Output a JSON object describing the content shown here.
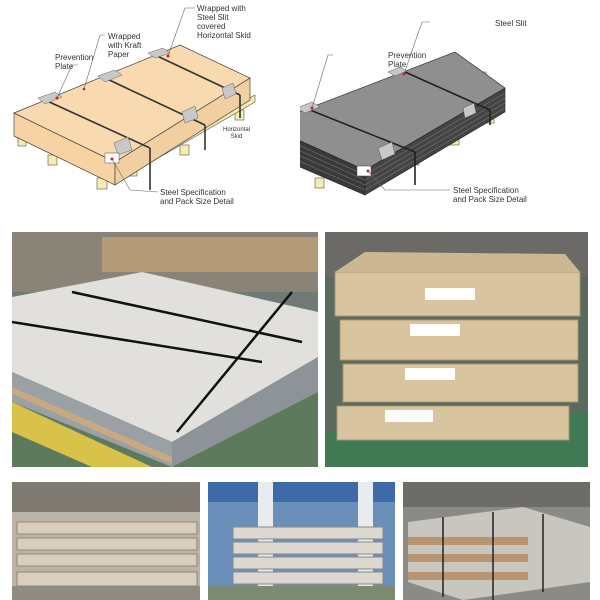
{
  "diagram_left": {
    "labels": {
      "wrapped_slit": [
        "Wrapped with",
        "Steel Slit",
        "covered",
        "Horizontal Skid"
      ],
      "kraft": [
        "Wrapped",
        "with Kraft",
        "Paper"
      ],
      "prevention": [
        "Prevention",
        "Plate"
      ],
      "skid": [
        "Horizontal",
        "Skid"
      ],
      "spec": [
        "Steel Specification",
        "and Pack Size Detail"
      ]
    }
  },
  "diagram_right": {
    "labels": {
      "slit": [
        "Steel Slit"
      ],
      "prevention": [
        "Prevention",
        "Plate"
      ],
      "spec": [
        "Steel Specification",
        "and Pack Size Detail"
      ]
    }
  },
  "colors": {
    "kraft": "#f8d9b0",
    "skid": "#f5eeb0",
    "steel": "#8f8f8f",
    "marker": "#e0141e"
  }
}
